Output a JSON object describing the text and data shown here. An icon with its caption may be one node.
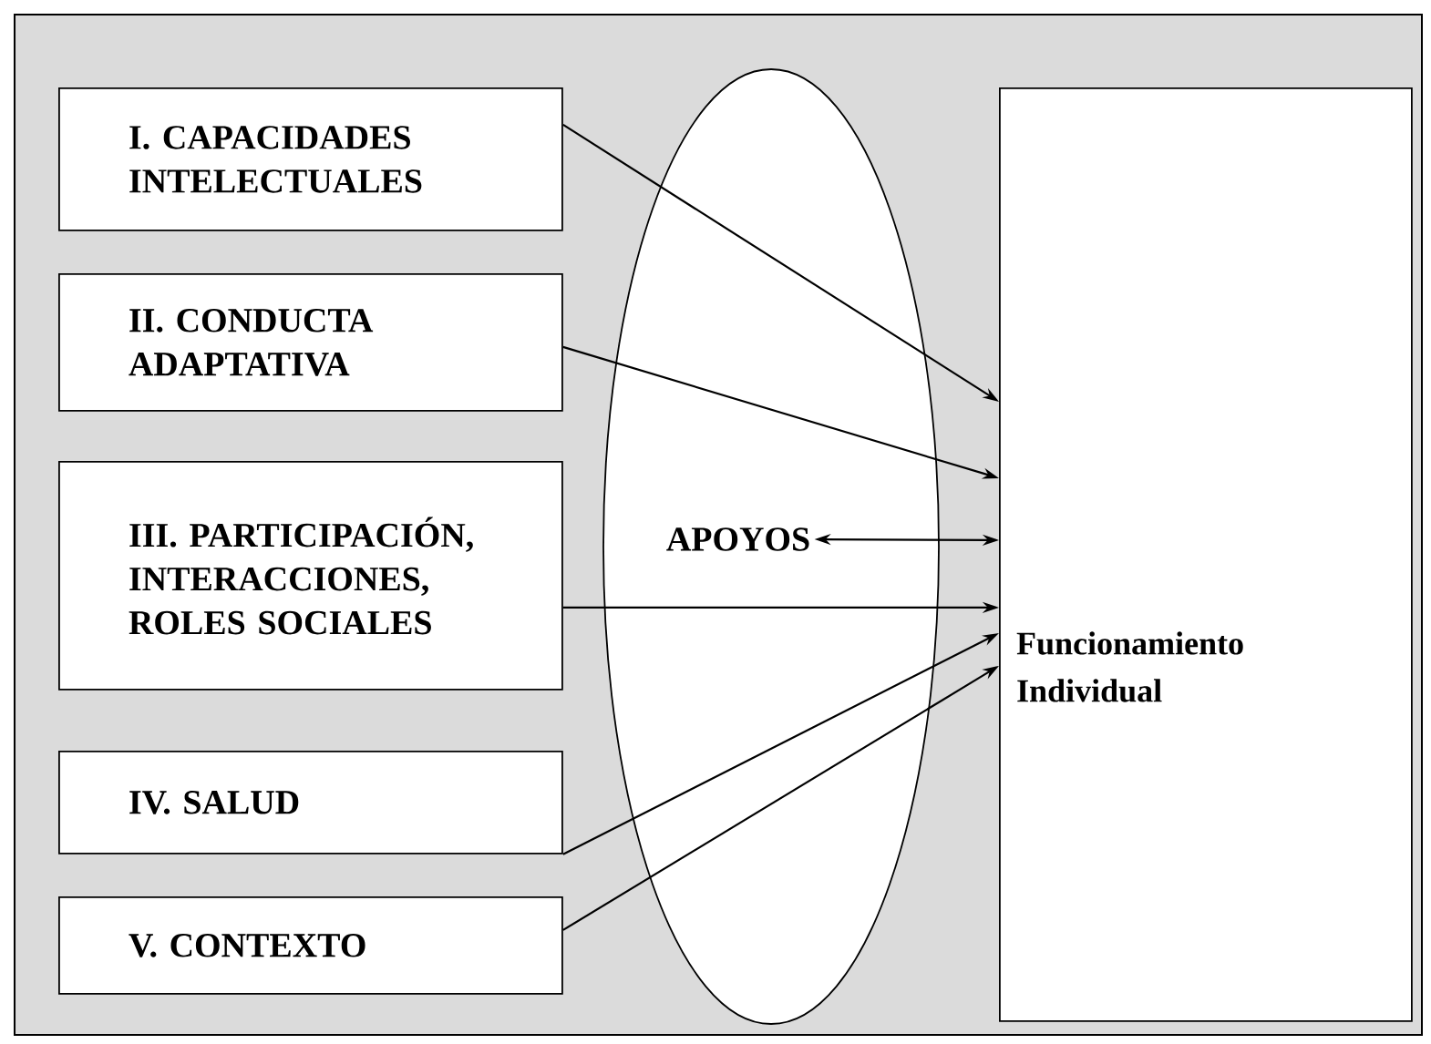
{
  "diagram": {
    "nodes": [
      {
        "text": [
          "I. CAPACIDADES INTELECTUALES"
        ]
      },
      {
        "text": [
          "II. CONDUCTA ADAPTATIVA"
        ]
      },
      {
        "text": [
          "III. PARTICIPACIÓN, INTERACCIONES, ROLES SOCIALES"
        ]
      },
      {
        "text": [
          "IV. SALUD"
        ]
      },
      {
        "text": [
          "V. CONTEXTO"
        ]
      },
      {
        "text": [],
        "shape": "ellipse"
      },
      {
        "text": [
          "APOYOS"
        ],
        "in": 5
      },
      {
        "text": [
          "Funcionamiento Individual"
        ]
      }
    ],
    "edges": [
      {
        "from": 0,
        "to": 7,
        "arrow": "to"
      },
      {
        "from": 1,
        "to": 7,
        "arrow": "to"
      },
      {
        "from": 2,
        "to": 7,
        "arrow": "to"
      },
      {
        "from": 3,
        "to": 7,
        "arrow": "to"
      },
      {
        "from": 4,
        "to": 7,
        "arrow": "to"
      },
      {
        "from": 6,
        "to": 7,
        "arrow": "both"
      }
    ]
  }
}
